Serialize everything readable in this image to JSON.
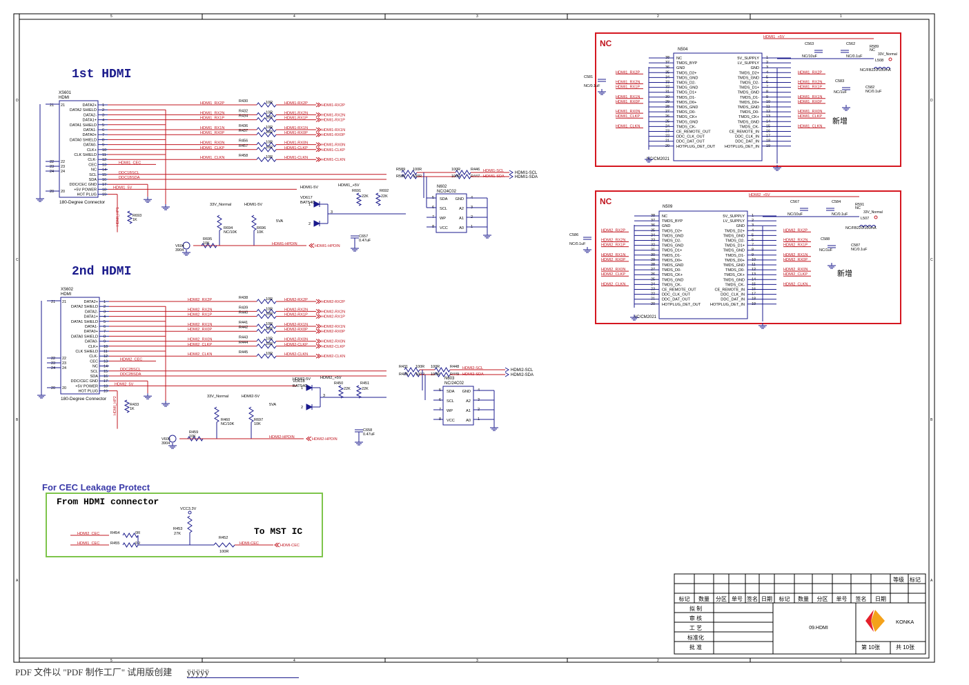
{
  "sections": {
    "hdmi1_title": "1st HDMI",
    "hdmi2_title": "2nd HDMI",
    "cec_title": "For CEC Leakage Protect",
    "cec_from": "From HDMI connector",
    "cec_to": "To MST IC",
    "nc_label_1": "NC",
    "nc_label_2": "NC",
    "new_add_1": "新增",
    "new_add_2": "新增"
  },
  "connector1": {
    "ref": "XS601",
    "type": "HDMI",
    "footer": "180-Degree Connector",
    "pins": [
      "DATA2+",
      "DATA2 SHIELD",
      "DATA2-",
      "DATA1+",
      "DATA1 SHIELD",
      "DATA1-",
      "DATA0+",
      "DATA0 SHIELD",
      "DATA0-",
      "CLK+",
      "CLK SHIELD",
      "CLK-",
      "CEC",
      "NC",
      "SCL",
      "SDA",
      "DDC/CEC GND",
      "+5V POWER",
      "HOT PLUG"
    ],
    "pin_nums": [
      "1",
      "2",
      "3",
      "4",
      "5",
      "6",
      "7",
      "8",
      "9",
      "10",
      "11",
      "12",
      "13",
      "14",
      "15",
      "16",
      "17",
      "18",
      "19"
    ]
  },
  "connector2": {
    "ref": "XS602",
    "type": "HDMI",
    "footer": "180-Degree Connector",
    "pins": [
      "DATA2+",
      "DATA2 SHIELD",
      "DATA2-",
      "DATA1+",
      "DATA1 SHIELD",
      "DATA1-",
      "DATA0+",
      "DATA0 SHIELD",
      "DATA0-",
      "CLK+",
      "CLK SHIELD",
      "CLK-",
      "CEC",
      "NC",
      "SCL",
      "SDA",
      "DDC/CEC GND",
      "+5V POWER",
      "HOT PLUG"
    ]
  },
  "hdmi1_nets": {
    "left": [
      "HDMI1_RX2P",
      "HDMI1_RX2N",
      "HDMI1_RX1P",
      "HDMI1_RX1N",
      "HDMI1_RX0P",
      "HDMI1_RX0N",
      "HDMI1_CLKP",
      "HDMI1_CLKN",
      "HDMI1_CEC",
      "DDC1BSCL",
      "DDC1BSDA",
      "HDMI1_5V"
    ],
    "resistors": [
      "R430",
      "R432",
      "R434",
      "R436",
      "R437",
      "R456",
      "R457",
      "R458"
    ],
    "right": [
      "HDMI1-RX2P",
      "HDMI1-RX2N",
      "HDMI1-RX1P",
      "HDMI1-RX1N",
      "HDMI1-RX0P",
      "HDMI1-RX0N",
      "HDMI1-CLKP",
      "HDMI1-CLKN"
    ],
    "value": "10R"
  },
  "hdmi2_nets": {
    "left": [
      "HDMI2_RX2P",
      "HDMI2_RX2N",
      "HDMI2_RX1P",
      "HDMI2_RX1N",
      "HDMI2_RX0P",
      "HDMI2_RX0N",
      "HDMI2_CLKP",
      "HDMI2_CLKN",
      "HDMI2_CEC",
      "DDC2BSCL",
      "DDC2BSDA",
      "HDMI2_5V"
    ],
    "resistors": [
      "R438",
      "R439",
      "R440",
      "R441",
      "R442",
      "R443",
      "R444",
      "R445"
    ],
    "right": [
      "HDMI2-RX2P",
      "HDMI2-RX2N",
      "HDMI2-RX1P",
      "HDMI2-RX1N",
      "HDMI2-RX0P",
      "HDMI2-RX0N",
      "HDMI2-CLKP",
      "HDMI2-CLKN"
    ],
    "value": "10R"
  },
  "eeprom1": {
    "ref": "N602",
    "part": "NC/24C02",
    "pins_l": [
      "SDA",
      "SCL",
      "WP",
      "VCC"
    ],
    "pins_r": [
      "GND",
      "A2",
      "A1",
      "A0"
    ]
  },
  "eeprom2": {
    "ref": "N603",
    "part": "NC/24C02",
    "pins_l": [
      "SDA",
      "SCL",
      "WP",
      "VCC"
    ],
    "pins_r": [
      "GND",
      "A2",
      "A1",
      "A0"
    ]
  },
  "misc1": {
    "r589": "R589",
    "r590": "R590",
    "r446": "R446",
    "r447": "R447",
    "v100": "100R",
    "scl": "HDMI1-SCL",
    "sda": "HDMI1-SDA",
    "r691": "R691",
    "r692": "R692",
    "v22k": "22K",
    "vd": "VD617",
    "bat": "BAT54C",
    "c657": "C657",
    "c657v": "0.47uF",
    "hdmi1_5v": "HDMI1-5V",
    "hdmi1p5v": "HDMI1_+5V",
    "33v": "33V_Normal",
    "r694": "R694",
    "r694v": "NC/10K",
    "r696": "R696",
    "r696v": "10K",
    "r693": "R693",
    "r693v": "1K",
    "r695": "R695",
    "r695v": "10K",
    "v604": "V604",
    "v604v": "3904",
    "hpdin": "HDMI1-HPDIN",
    "5va": "5VA",
    "hp1": "HDMI_HP1"
  },
  "misc2": {
    "r431": "R431",
    "r435": "R435",
    "r448": "R448",
    "r449": "R449",
    "v100": "100R",
    "scl": "HDMI2-SCL",
    "sda": "HDMI2-SDA",
    "r450": "R450",
    "r451": "R451",
    "v22k": "22K",
    "vd": "VD618",
    "bat": "BAT54C",
    "c658": "C658",
    "c658v": "0.47uF",
    "hdmi2_5v": "HDMI2-5V",
    "hdmi2p5v": "HDMI2_+5V",
    "33v": "33V_Normal",
    "r460": "R460",
    "r460v": "NC/10K",
    "r697": "R697",
    "r697v": "10K",
    "r433": "R433",
    "r433v": "1K",
    "r459": "R459",
    "r459v": "10K",
    "v605": "V605",
    "v605v": "3904",
    "hpdin": "HDMI2-HPDIN",
    "5va": "5VA",
    "hp2": "HDMI_HP2"
  },
  "ic1": {
    "ref": "N504",
    "part": "NC/CM2021",
    "pins_l": [
      "NC",
      "TMDS_BYP",
      "GND",
      "TMDS_D2+",
      "TMDS_GND",
      "TMDS_D2-",
      "TMDS_GND",
      "TMDS_D1+",
      "TMDS_D1-",
      "TMDS_D0+",
      "TMDS_GND",
      "TMDS_D0-",
      "TMDS_CK+",
      "TMDS_GND",
      "TMDS_CK-",
      "CE_REMOTE_OUT",
      "DDC_CLK_OUT",
      "DDC_DAT_OUT",
      "HOTPLUG_DET_OUT"
    ],
    "pins_r": [
      "5V_SUPPLY",
      "LV_SUPPLY",
      "GND",
      "TMDS_D2+",
      "TMDS_GND",
      "TMDS_D2-",
      "TMDS_D1+",
      "TMDS_GND",
      "TMDS_D1-",
      "TMDS_D0+",
      "TMDS_GND",
      "TMDS_D0-",
      "TMDS_CK+",
      "TMDS_GND",
      "TMDS_CK-",
      "CE_REMOTE_IN",
      "DDC_CLK_IN",
      "DDC_DAT_IN",
      "HOTPLUG_DET_IN"
    ],
    "nets": [
      "HDMI1_RX2P",
      "HDMI1_RX2N",
      "HDMI1_RX1P",
      "HDMI1_RX1N",
      "HDMI1_RX0P",
      "HDMI1_RX0N",
      "HDMI1_CLKP",
      "HDMI1_CLKN"
    ],
    "c": [
      "C581",
      "NC/0.1uF",
      "C563",
      "NC/10uF",
      "C562",
      "NC/0.1uF",
      "C583",
      "NC/1uF",
      "C582",
      "NC/0.1uF"
    ],
    "r589": "R589",
    "nc": "NC",
    "l": "L508",
    "lv": "NC/FB220/100mA",
    "pwr": "HDMI1_+5V",
    "v33": "33V_Normal"
  },
  "ic2": {
    "ref": "N509",
    "part": "NC/CM2021",
    "nets": [
      "HDMI2_RX2P",
      "HDMI2_RX2N",
      "HDMI2_RX1P",
      "HDMI2_RX1N",
      "HDMI2_RX0P",
      "HDMI2_RX0N",
      "HDMI2_CLKP",
      "HDMI2_CLKN"
    ],
    "c": [
      "C586",
      "NC/0.1uF",
      "C567",
      "NC/10uF",
      "C584",
      "NC/0.1uF",
      "C588",
      "NC/1uF",
      "C587",
      "NC/0.1uF"
    ],
    "r": "R591",
    "nc": "NC",
    "l": "L507",
    "lv": "NC/FB220/100mA",
    "pwr": "HDMI2_+5V",
    "v33": "33V_Normal"
  },
  "cec": {
    "hdmi2_cec": "HDMI2_CEC",
    "hdmi1_cec": "HDMI1_CEC",
    "r454": "R454",
    "r455": "R455",
    "v0": "0R",
    "vcc": "VCC3.3V",
    "r453": "R453",
    "r453v": "27K",
    "r452": "R452",
    "r452v": "100R",
    "net": "HDMI-CEC",
    "out": "HDMI-CEC"
  },
  "titleblock": {
    "headers": [
      "标记",
      "数量",
      "分区",
      "单号",
      "签名",
      "日期",
      "标记",
      "数量",
      "分区",
      "单号",
      "签名",
      "日期"
    ],
    "roles": [
      "拟 制",
      "审 核",
      "工 艺",
      "标准化",
      "批 准"
    ],
    "grade": "等级",
    "mark": "标记",
    "drawing": "09.HDMI",
    "company": "KONKA",
    "sheet": "第 10张",
    "total": "共 10张"
  },
  "grid": {
    "cols": [
      "5",
      "4",
      "3",
      "2",
      "1"
    ],
    "rows": [
      "D",
      "C",
      "B",
      "A"
    ]
  },
  "footer_text": "PDF 文件以 \"PDF 制作工厂\" 试用版创建",
  "footer_link": "ÿÿÿÿÿ"
}
